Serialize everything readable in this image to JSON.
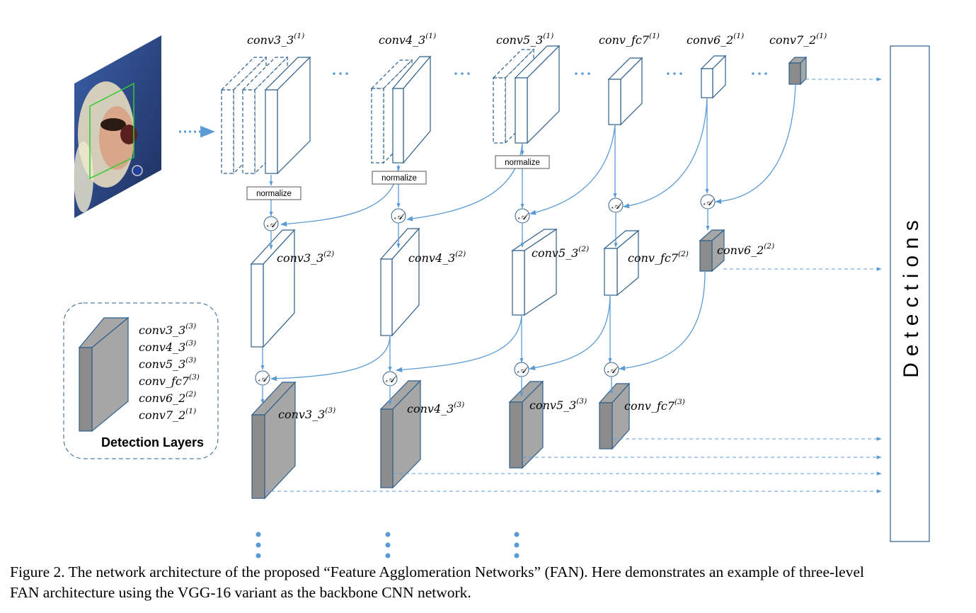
{
  "layers_level1": [
    {
      "base": "conv3_3",
      "sup": "(1)"
    },
    {
      "base": "conv4_3",
      "sup": "(1)"
    },
    {
      "base": "conv5_3",
      "sup": "(1)"
    },
    {
      "base": "conv_fc7",
      "sup": "(1)"
    },
    {
      "base": "conv6_2",
      "sup": "(1)"
    },
    {
      "base": "conv7_2",
      "sup": "(1)"
    }
  ],
  "layers_level2": [
    {
      "base": "conv3_3",
      "sup": "(2)"
    },
    {
      "base": "conv4_3",
      "sup": "(2)"
    },
    {
      "base": "conv5_3",
      "sup": "(2)"
    },
    {
      "base": "conv_fc7",
      "sup": "(2)"
    },
    {
      "base": "conv6_2",
      "sup": "(2)"
    }
  ],
  "layers_level3": [
    {
      "base": "conv3_3",
      "sup": "(3)"
    },
    {
      "base": "conv4_3",
      "sup": "(3)"
    },
    {
      "base": "conv5_3",
      "sup": "(3)"
    },
    {
      "base": "conv_fc7",
      "sup": "(3)"
    }
  ],
  "normalize_label": "normalize",
  "agglomeration_symbol": "𝒜",
  "ellipsis": "• • •",
  "legend": {
    "title": "Detection Layers",
    "items": [
      {
        "base": "conv3_3",
        "sup": "(3)"
      },
      {
        "base": "conv4_3",
        "sup": "(3)"
      },
      {
        "base": "conv5_3",
        "sup": "(3)"
      },
      {
        "base": "conv_fc7",
        "sup": "(3)"
      },
      {
        "base": "conv6_2",
        "sup": "(2)"
      },
      {
        "base": "conv7_2",
        "sup": "(1)"
      }
    ]
  },
  "detections_label": "Detections",
  "caption": {
    "line1": "Figure 2. The network architecture of the proposed “Feature Agglomeration Networks” (FAN). Here demonstrates an example of three-level",
    "line2": "FAN architecture using the VGG-16 variant as the backbone CNN network."
  },
  "colors": {
    "line": "#5b9bd5",
    "box_stroke": "#2e5f8a",
    "detection_fill": "#a6a6a6",
    "detection_side": "#8c8c8c",
    "green_box": "#33cc33"
  }
}
